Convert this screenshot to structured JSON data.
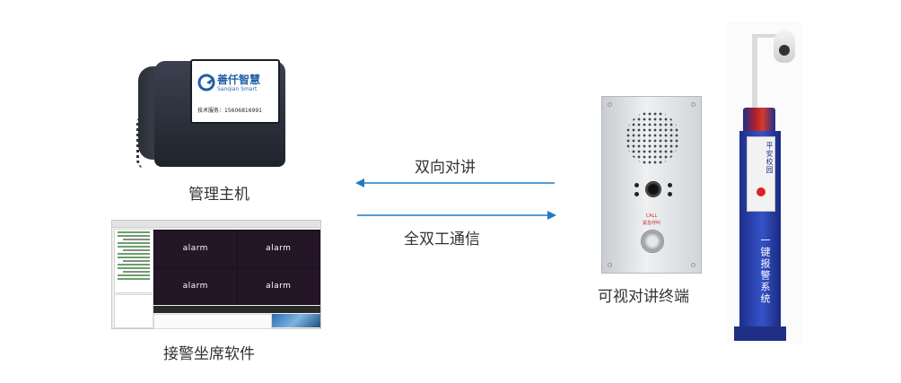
{
  "labels": {
    "host": "管理主机",
    "software": "接警坐席软件",
    "terminal": "可视对讲终端",
    "link_top": "双向对讲",
    "link_bottom": "全双工通信"
  },
  "phone_screen": {
    "brand_name": "善仟智慧",
    "brand_en": "Sanqian Smart",
    "hotline": "技术服务：15606816991"
  },
  "software_window": {
    "video_cells": [
      "alarm",
      "alarm",
      "alarm",
      "alarm"
    ]
  },
  "terminal_device": {
    "call_label": "CALL",
    "call_cn": "紧急呼叫"
  },
  "alarm_pole": {
    "top_text": "平安校园",
    "side_text": "一键报警系统"
  },
  "colors": {
    "arrow": "#1f7ac4",
    "label_text": "#333333",
    "pole_blue": "#2a44b0"
  },
  "icons": {
    "host": "desk-phone-icon",
    "terminal": "intercom-icon",
    "pole": "alarm-pole-icon"
  }
}
